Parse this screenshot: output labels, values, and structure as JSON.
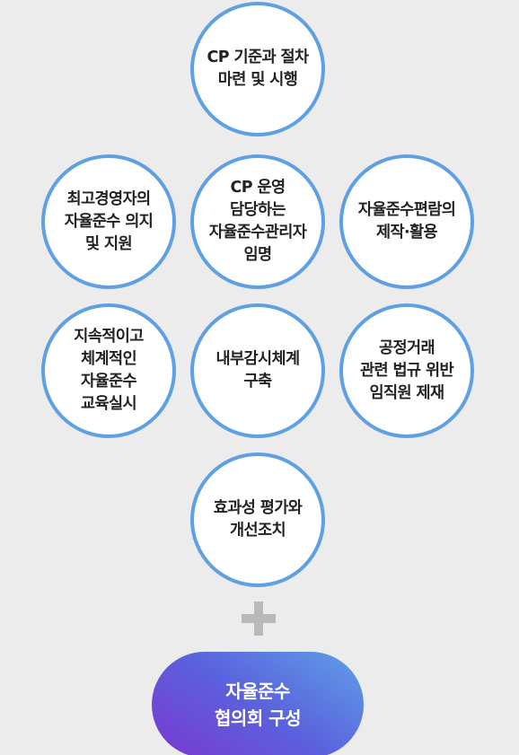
{
  "circles": [
    {
      "lines": [
        "CP 기준과 절차",
        "마련 및 시행"
      ]
    },
    {
      "lines": [
        "최고경영자의",
        "자율준수 의지",
        "및 지원"
      ]
    },
    {
      "lines": [
        "CP 운영",
        "담당하는",
        "자율준수관리자",
        "임명"
      ]
    },
    {
      "lines": [
        "자율준수편람의",
        "제작·활용"
      ]
    },
    {
      "lines": [
        "지속적이고",
        "체계적인",
        "자율준수",
        "교육실시"
      ]
    },
    {
      "lines": [
        "내부감시체계",
        "구축"
      ]
    },
    {
      "lines": [
        "공정거래",
        "관련 법규 위반",
        "임직원 제재"
      ]
    },
    {
      "lines": [
        "효과성 평가와",
        "개선조치"
      ]
    }
  ],
  "result": {
    "lines": [
      "자율준수",
      "협의회 구성"
    ]
  },
  "colors": {
    "circle_border": "#5ea0e3",
    "background": "#ececec",
    "plus": "#b9b9b9"
  }
}
